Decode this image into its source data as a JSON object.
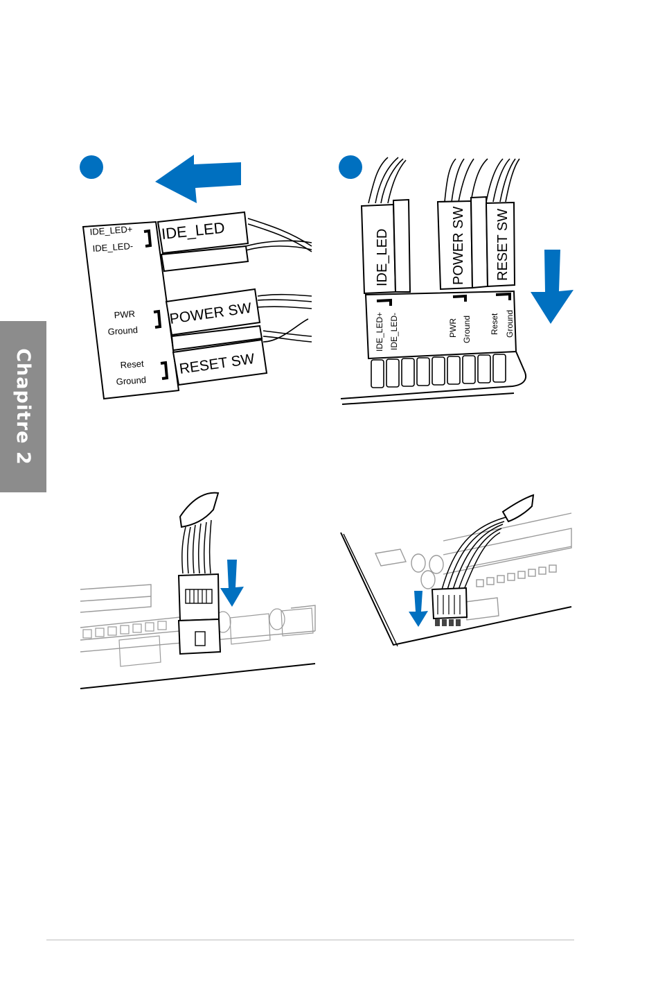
{
  "side_tab": {
    "label": "Chapitre 2"
  },
  "accent_color": "#0070c0",
  "figure_a": {
    "step_icon": "step-1-circle-icon",
    "arrow_icon": "arrow-left-icon",
    "pin_labels": {
      "ide_led_plus": "IDE_LED+",
      "ide_led_minus": "IDE_LED-",
      "pwr": "PWR",
      "pwr_ground": "Ground",
      "reset": "Reset",
      "reset_ground": "Ground"
    },
    "plugs": {
      "ide_led": "IDE_LED",
      "power_sw": "POWER SW",
      "reset_sw": "RESET SW"
    }
  },
  "figure_b": {
    "step_icon": "step-2-circle-icon",
    "arrow_icon": "arrow-down-icon",
    "plugs": {
      "ide_led": "IDE_LED",
      "power_sw": "POWER SW",
      "reset_sw": "RESET SW"
    },
    "pin_labels": {
      "ide_led_plus": "IDE_LED+",
      "ide_led_minus": "IDE_LED-",
      "pwr": "PWR",
      "pwr_ground": "Ground",
      "reset": "Reset",
      "reset_ground": "Ground"
    }
  },
  "figure_c": {
    "arrow_icon": "arrow-down-icon"
  },
  "figure_d": {
    "arrow_icon": "arrow-down-icon"
  }
}
